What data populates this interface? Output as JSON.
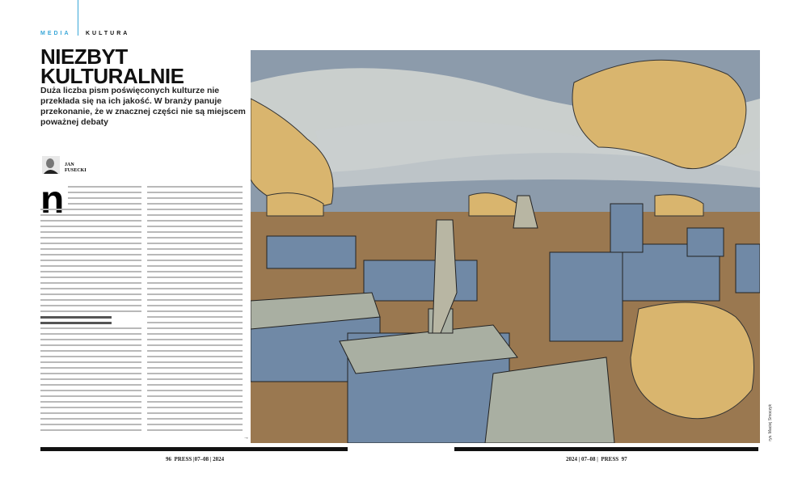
{
  "header": {
    "section": "MEDIA",
    "subsection": "KULTURA",
    "accent": "#3aa7d8"
  },
  "article": {
    "title_line1": "NIEZBYT",
    "title_line2": "KULTURALNIE",
    "lead": "Duża liczba pism poświęconych kulturze nie przekłada się na ich jakość. W branży panuje przekonanie, że w znacznej części nie są miejscem poważnej debaty",
    "author_first": "JAN",
    "author_last": "FUSECKI",
    "drop_cap": "n",
    "continue_arrow": "→"
  },
  "illustration": {
    "credit": "rys. Maciej Smoczyk"
  },
  "footer": {
    "left": {
      "page": "96",
      "brand": "PRESS",
      "issue": "07–08 | 2024"
    },
    "right": {
      "issue": "2024 | 07–08 |",
      "brand": "PRESS",
      "page": "97"
    }
  }
}
